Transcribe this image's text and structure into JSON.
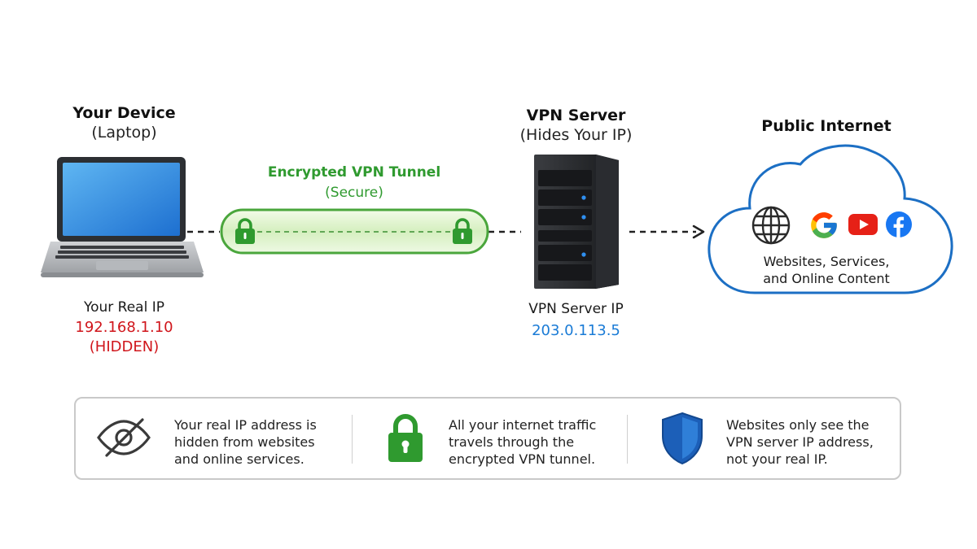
{
  "device": {
    "title": "Your Device",
    "subtitle": "(Laptop)",
    "ip_label": "Your Real IP",
    "ip_value": "192.168.1.10",
    "ip_status": "(HIDDEN)"
  },
  "tunnel": {
    "title": "Encrypted VPN Tunnel",
    "subtitle": "(Secure)"
  },
  "server": {
    "title": "VPN Server",
    "subtitle": "(Hides Your IP)",
    "ip_label": "VPN Server IP",
    "ip_value": "203.0.113.5"
  },
  "internet": {
    "title": "Public Internet",
    "line1": "Websites, Services,",
    "line2": "and Online Content",
    "icons": [
      "globe-icon",
      "google-icon",
      "youtube-icon",
      "facebook-icon"
    ]
  },
  "info": [
    {
      "icon": "eye-slash-icon",
      "lines": [
        "Your real IP address is",
        "hidden from websites",
        "and online services."
      ]
    },
    {
      "icon": "lock-icon",
      "lines": [
        "All your internet traffic",
        "travels through the",
        "encrypted VPN tunnel."
      ]
    },
    {
      "icon": "shield-icon",
      "lines": [
        "Websites only see the",
        "VPN server IP address,",
        "not your real IP."
      ]
    }
  ],
  "colors": {
    "tunnel_green": "#2f9a2f",
    "ip_red": "#d0151b",
    "ip_blue": "#1a7bd6",
    "cloud_blue": "#1c6fc4"
  }
}
